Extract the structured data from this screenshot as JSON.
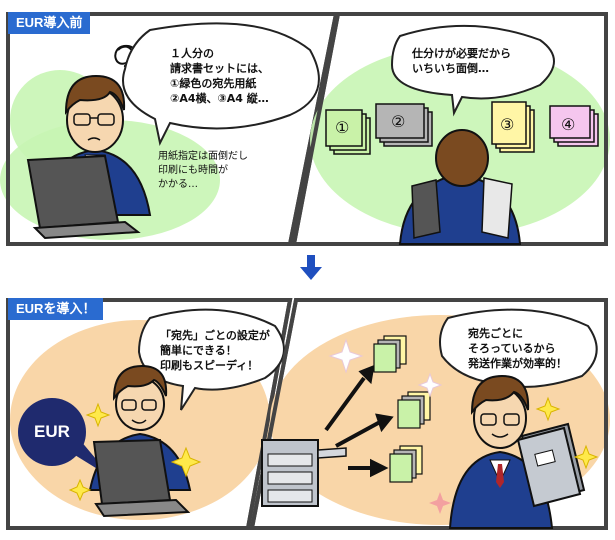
{
  "top": {
    "label": "EUR導入前",
    "panel1": {
      "bubble": [
        "１人分の",
        "請求書セットには、",
        "①緑色の宛先用紙",
        "②A4横、③A4 縦…"
      ],
      "note": [
        "用紙指定は面倒だし",
        "印刷にも時間が",
        "かかる…"
      ]
    },
    "panel2": {
      "bubble": [
        "仕分けが必要だから",
        "いちいち面倒…"
      ],
      "stacks": [
        "①",
        "②",
        "③",
        "④"
      ]
    }
  },
  "bottom": {
    "label": "EURを導入！",
    "panel1": {
      "bubble": [
        "「宛先」ごとの設定が",
        "簡単にできる！",
        "印刷もスピーディ！"
      ],
      "eur_badge": "EUR"
    },
    "panel2": {
      "bubble": [
        "宛先ごとに",
        "そろっているから",
        "発送作業が効率的！"
      ]
    }
  },
  "colors": {
    "label_bg": "#2a6bd0",
    "arrow": "#1f4fbf",
    "green_bg": "#c8f5b4",
    "peach_bg": "#f9d6a8",
    "stack1": "#c9f2a8",
    "stack2": "#b5b5b5",
    "stack3": "#fff6a6",
    "stack4": "#f5c6ee",
    "eur_badge": "#1f2a6e"
  }
}
